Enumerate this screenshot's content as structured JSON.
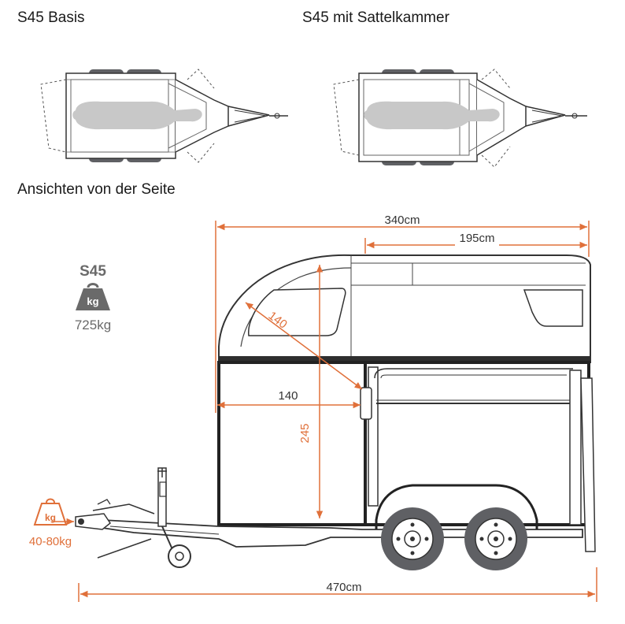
{
  "headings": {
    "basis": "S45 Basis",
    "sattelkammer": "S45 mit Sattelkammer",
    "side_view": "Ansichten von der Seite"
  },
  "model_badge": {
    "name": "S45",
    "kg_icon_label": "kg",
    "weight": "725kg"
  },
  "drawbar_load": {
    "kg_icon_label": "kg",
    "value": "40-80kg"
  },
  "dimensions": {
    "total_top_length": "340cm",
    "roof_length": "195cm",
    "diagonal": "140",
    "stall_length": "140",
    "interior_height": "245",
    "overall_length": "470cm"
  },
  "colors": {
    "dimension_line": "#e0703a",
    "drawing_line": "#333333",
    "tire": "#5f6064",
    "horse_silhouette": "#c8c8c8",
    "weight_gray": "#6a6a6a"
  }
}
